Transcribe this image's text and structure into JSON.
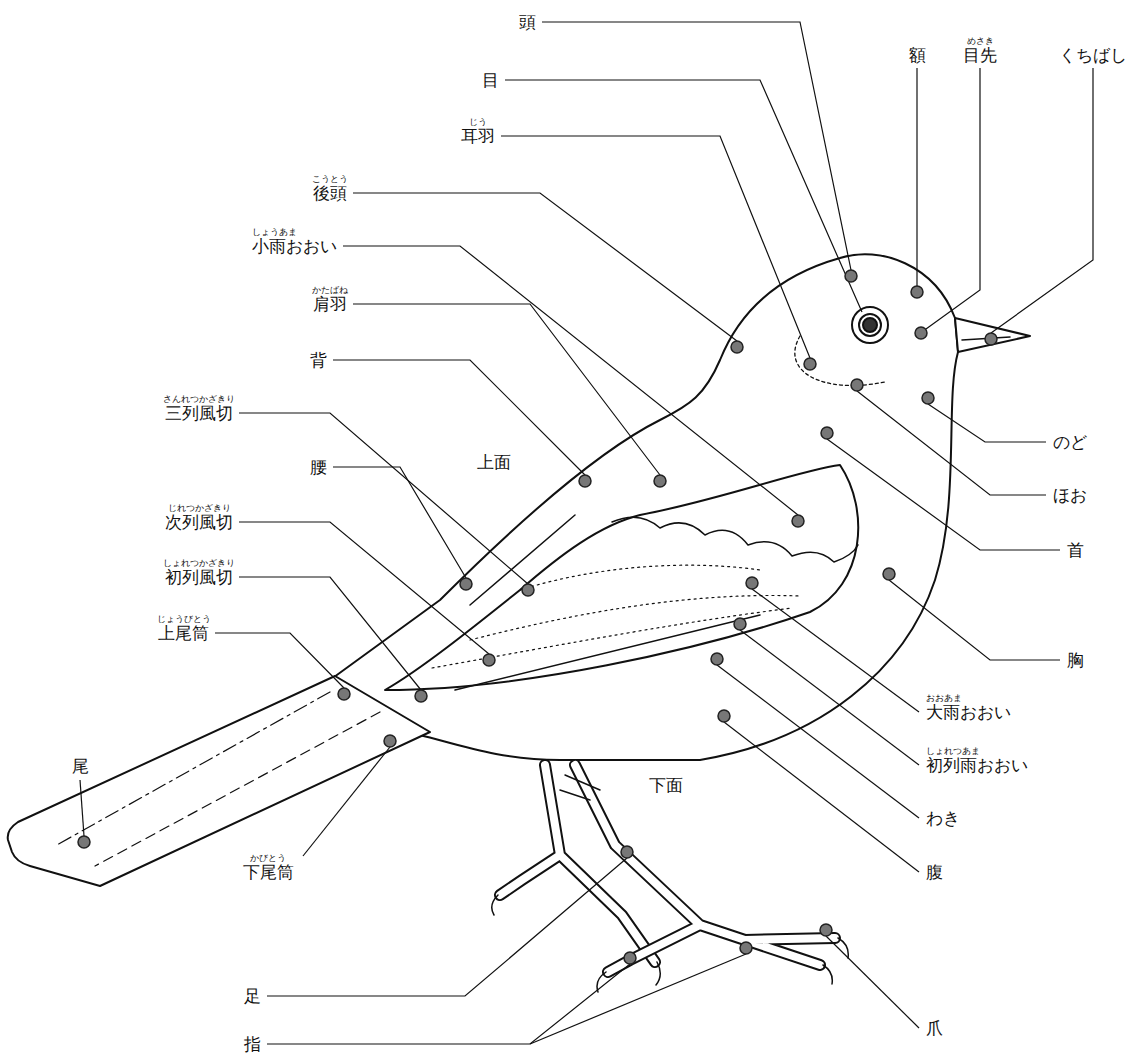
{
  "diagram": {
    "labels": [
      "頭",
      "目",
      "じう",
      "耳羽",
      "こうとう",
      "後頭",
      "しょうあま",
      "小雨おおい",
      "かたばね",
      "肩羽",
      "背",
      "さんれつかざきり",
      "三列風切",
      "腰",
      "じれつかざきり",
      "次列風切",
      "しょれつかざきり",
      "初列風切",
      "じょうびとう",
      "上尾筒",
      "尾",
      "かびとう",
      "下尾筒",
      "足",
      "指",
      "額",
      "めさき",
      "目先",
      "くちばし",
      "のど",
      "ほお",
      "首",
      "胸",
      "おおあま",
      "大雨おおい",
      "しょれつあま",
      "初列雨おおい",
      "わき",
      "腹",
      "爪",
      "上面",
      "下面"
    ]
  }
}
